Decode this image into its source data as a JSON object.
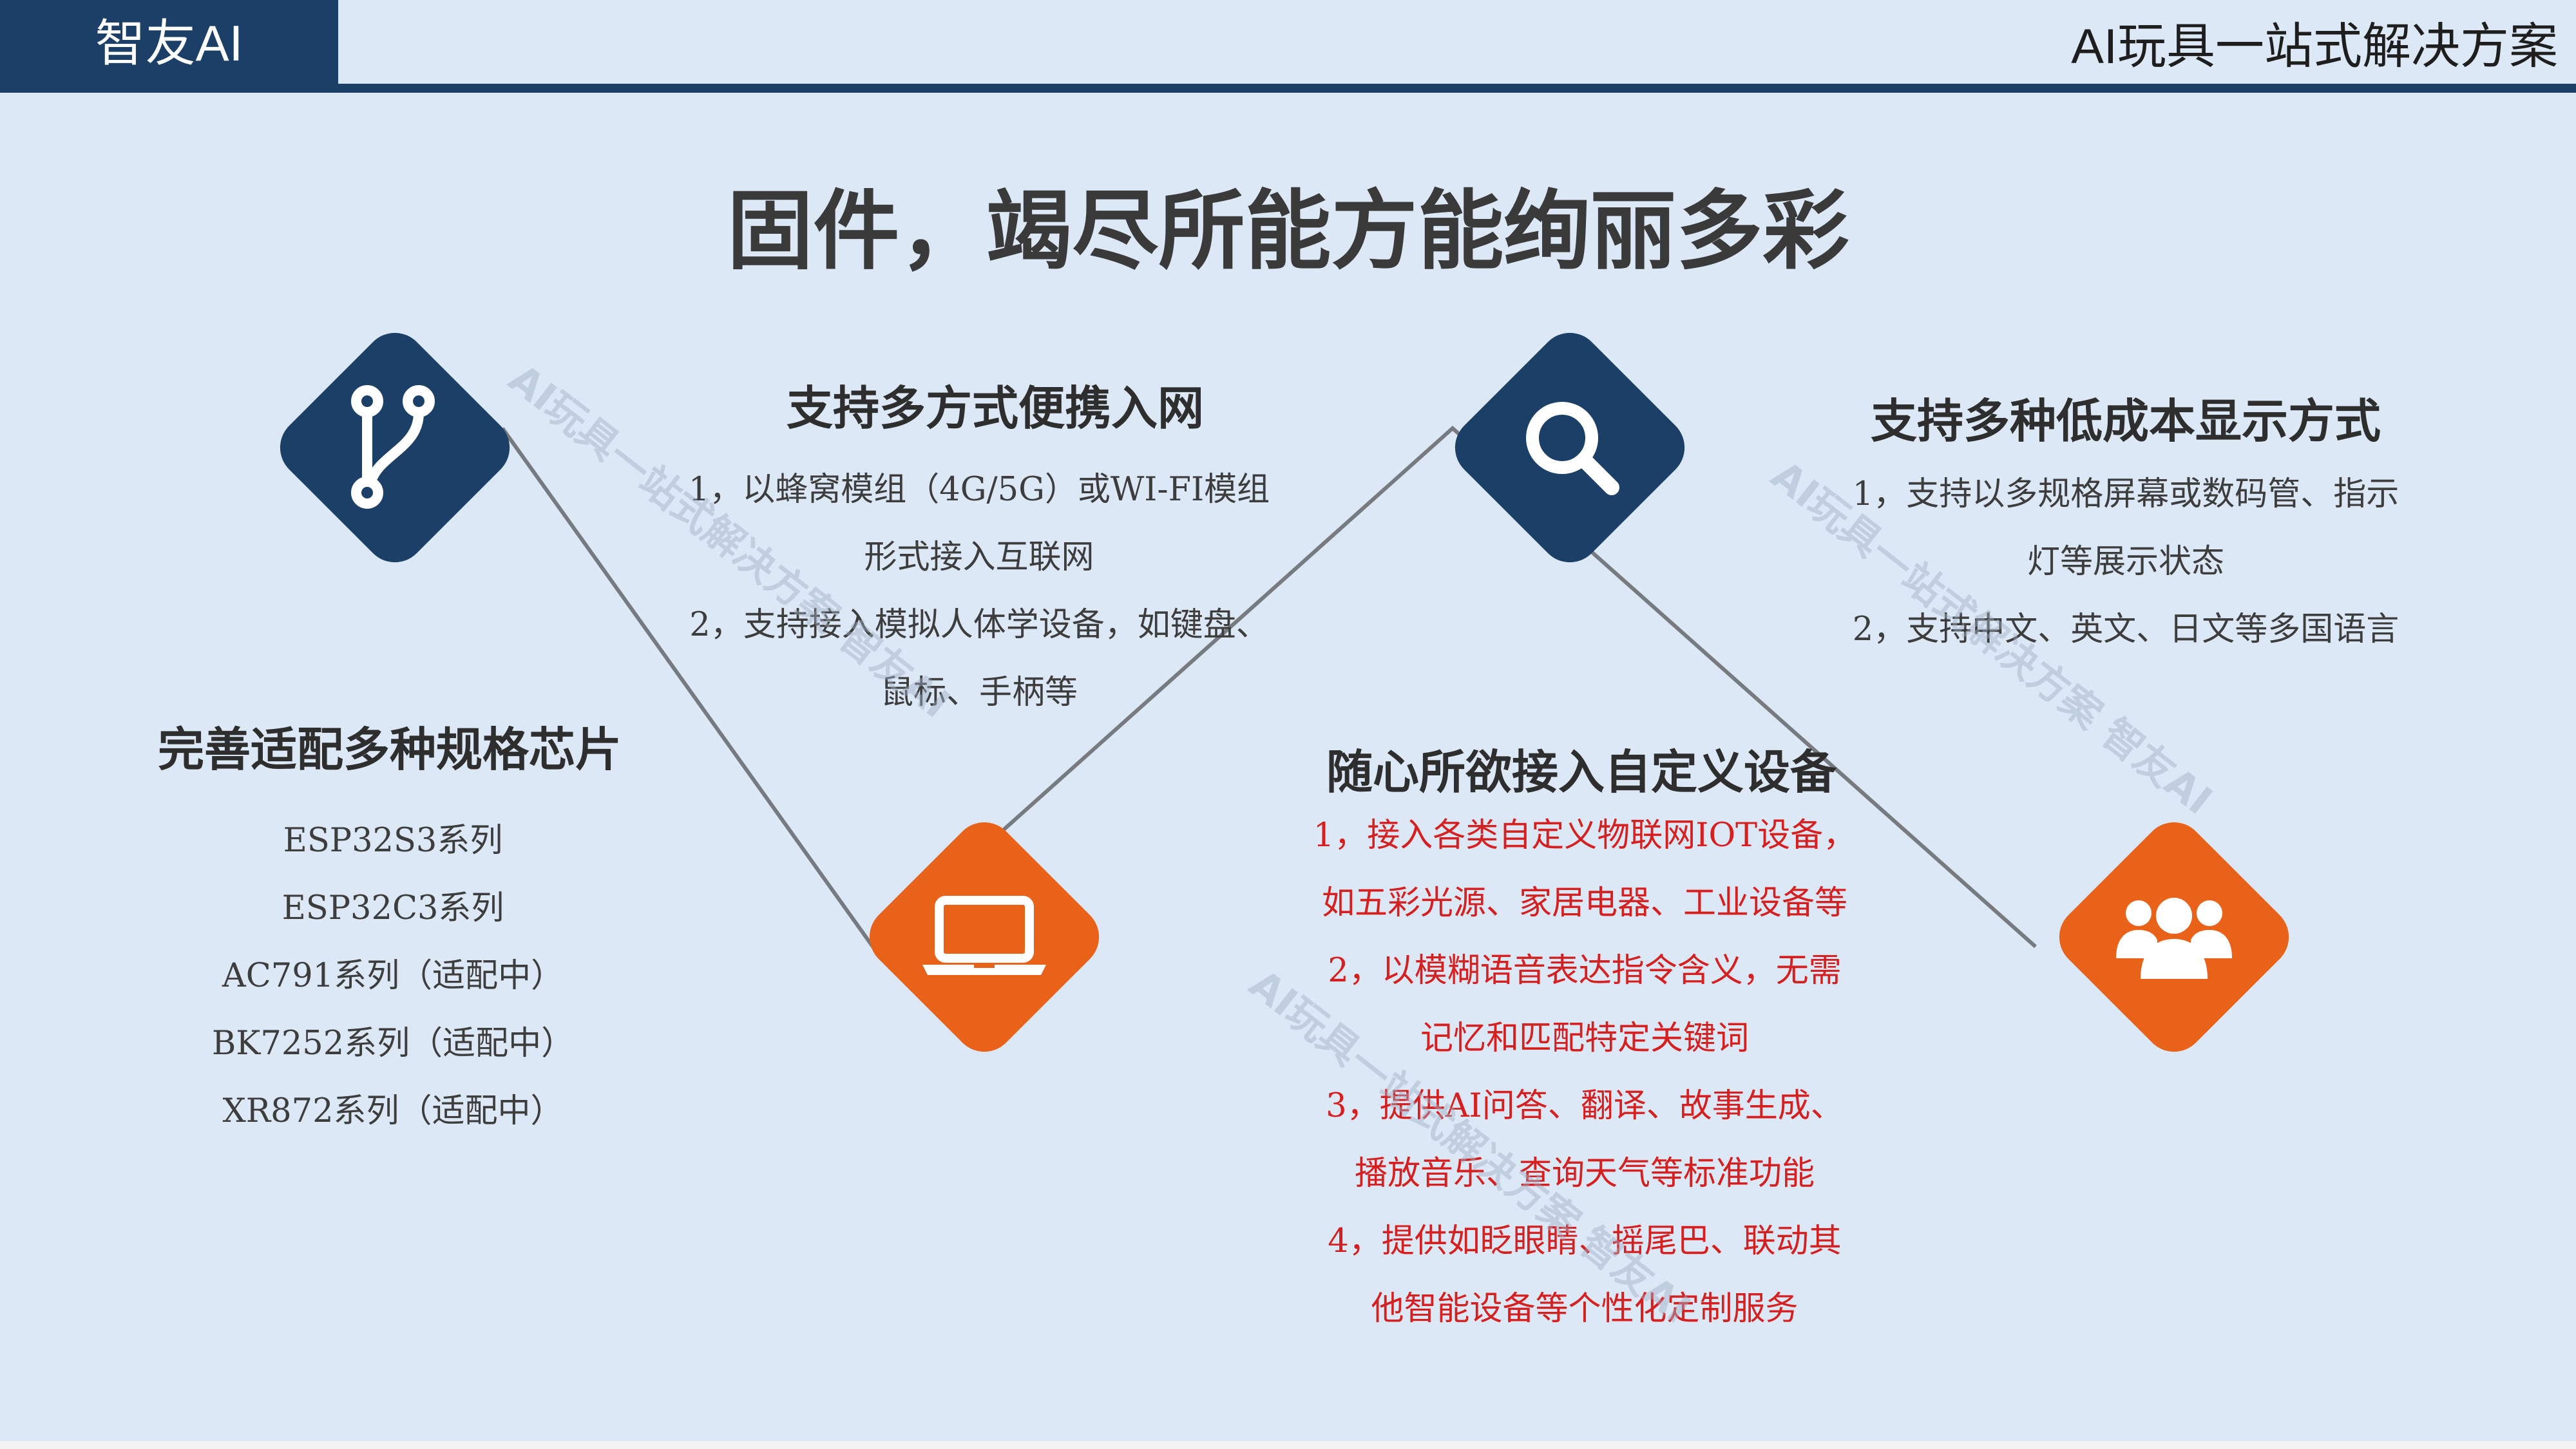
{
  "header": {
    "brand": "智友AI",
    "tagline": "AI玩具一站式解决方案"
  },
  "title": "固件，竭尽所能方能绚丽多彩",
  "sections": {
    "network": {
      "heading": "支持多方式便携入网",
      "lines": [
        "1，以蜂窝模组（4G/5G）或WI-FI模组",
        "形式接入互联网",
        "2，支持接入模拟人体学设备，如键盘、",
        "鼠标、手柄等"
      ]
    },
    "chips": {
      "heading": "完善适配多种规格芯片",
      "lines": [
        "ESP32S3系列",
        "ESP32C3系列",
        "AC791系列（适配中）",
        "BK7252系列（适配中）",
        "XR872系列（适配中）"
      ]
    },
    "display": {
      "heading": "支持多种低成本显示方式",
      "lines": [
        "1，支持以多规格屏幕或数码管、指示",
        "灯等展示状态",
        "2，支持中文、英文、日文等多国语言"
      ]
    },
    "custom": {
      "heading": "随心所欲接入自定义设备",
      "lines": [
        "1，接入各类自定义物联网IOT设备，",
        "如五彩光源、家居电器、工业设备等",
        "2，以模糊语音表达指令含义，无需",
        "记忆和匹配特定关键词",
        "3，提供AI问答、翻译、故事生成、",
        "播放音乐、查询天气等标准功能",
        "4，提供如眨眼睛、摇尾巴、联动其",
        "他智能设备等个性化定制服务"
      ]
    }
  },
  "icons": {
    "diamond1": "git-branch-icon",
    "diamond2": "laptop-icon",
    "diamond3": "search-icon",
    "diamond4": "users-icon"
  },
  "watermark": "AI玩具一站式解决方案 智友AI",
  "colors": {
    "navy": "#1b3f66",
    "orange": "#e8621a",
    "background": "#dde8f6",
    "red_text": "#d62020"
  }
}
